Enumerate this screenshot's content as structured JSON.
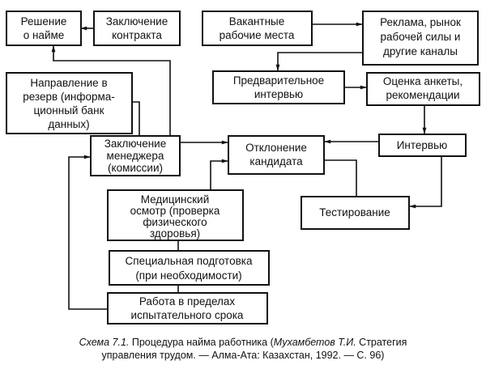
{
  "boxes": {
    "hire_decision": [
      "Решение",
      "о найме"
    ],
    "contract": [
      "Заключение",
      "контракта"
    ],
    "vacancies": [
      "Вакантные",
      "рабочие места"
    ],
    "advertising": [
      "Реклама, рынок",
      "рабочей силы и",
      "другие каналы"
    ],
    "pre_interview": [
      "Предварительное",
      "интервью"
    ],
    "application_review": [
      "Оценка анкеты,",
      "рекомендации"
    ],
    "reserve": [
      "Направление в",
      "резерв (информа-",
      "ционный банк",
      "данных)"
    ],
    "manager_conclusion": [
      "Заключение",
      "менеджера",
      "(комиссии)"
    ],
    "rejection": [
      "Отклонение",
      "кандидата"
    ],
    "interview": [
      "Интервью"
    ],
    "testing": [
      "Тестирование"
    ],
    "medical": [
      "Медицинский",
      "осмотр (проверка",
      "физического",
      "здоровья)"
    ],
    "training": [
      "Специальная подготовка",
      "(при необходимости)"
    ],
    "probation": [
      "Работа в пределах",
      "испытательного срока"
    ]
  },
  "caption": {
    "label": "Схема 7.1.",
    "title": " Процедура найма работника (",
    "author": "Мухамбетов Т.И.",
    "source_1": " Стратегия",
    "source_2": "управления трудом. — Алма-Ата: Казахстан, 1992. — С. 96)"
  }
}
